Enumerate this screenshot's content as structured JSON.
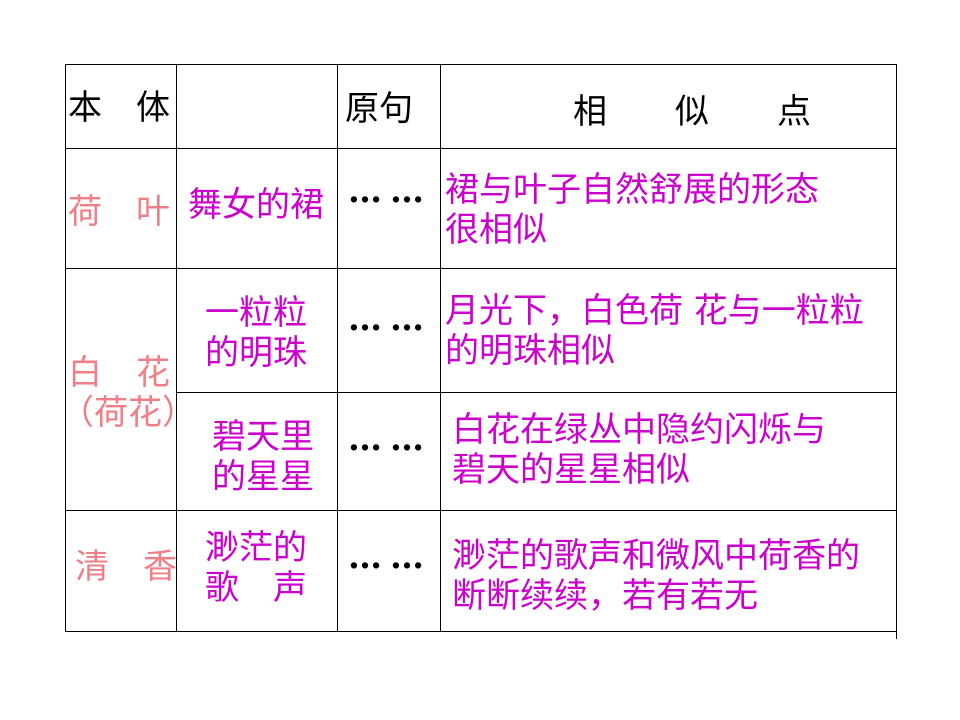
{
  "header": {
    "subject": "本　体",
    "original": "原句",
    "similarity": "相　　似　　点"
  },
  "groups": [
    {
      "subject": [
        "荷　叶"
      ],
      "items": [
        {
          "vehicle": [
            "舞女的裙"
          ],
          "original": "……",
          "similarity": [
            "裙与叶子自然舒展的形态",
            "很相似"
          ]
        }
      ]
    },
    {
      "subject": [
        "白　花",
        "（荷花）"
      ],
      "items": [
        {
          "vehicle": [
            "一粒粒",
            "的明珠"
          ],
          "original": "……",
          "similarity": [
            "月光下，白色荷 花与一粒粒",
            "的明珠相似"
          ]
        },
        {
          "vehicle": [
            "碧天里",
            "的星星"
          ],
          "original": "……",
          "similarity": [
            "白花在绿丛中隐约闪烁与",
            "碧天的星星相似"
          ]
        }
      ]
    },
    {
      "subject": [
        "清　香"
      ],
      "items": [
        {
          "vehicle": [
            "渺茫的",
            "歌　声"
          ],
          "original": "……",
          "similarity": [
            "渺茫的歌声和微风中荷香的",
            "断断续续，若有若无"
          ]
        }
      ]
    }
  ],
  "colors": {
    "background": "#ffffff",
    "grid_line": "#000000",
    "header_text": "#000000",
    "subject_text": "#ef7f86",
    "vehicle_text": "#cc00cc",
    "similarity_text": "#cc00cc",
    "ellipsis_text": "#000000"
  }
}
